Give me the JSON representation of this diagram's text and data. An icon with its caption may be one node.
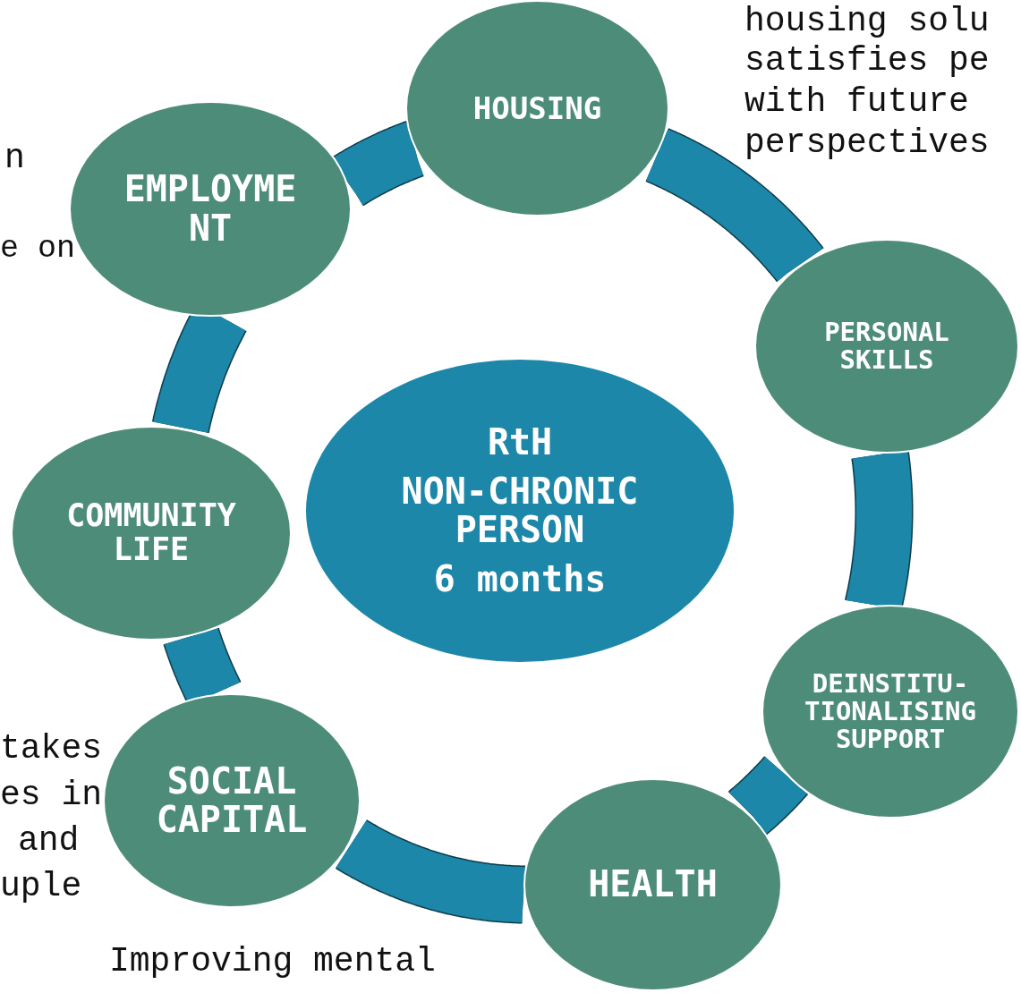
{
  "diagram": {
    "nodes": [
      {
        "text": [
          "RtH",
          "NON-CHRONIC PERSON",
          "6 months"
        ]
      },
      {
        "text": [
          "HOUSING"
        ]
      },
      {
        "text": [
          "PERSONAL SKILLS"
        ]
      },
      {
        "text": [
          "DEINSTITU-TIONALISING SUPPORT"
        ]
      },
      {
        "text": [
          "HEALTH"
        ]
      },
      {
        "text": [
          "SOCIAL CAPITAL"
        ]
      },
      {
        "text": [
          "COMMUNITY LIFE"
        ]
      },
      {
        "text": [
          "EMPLOYMENT"
        ]
      }
    ],
    "edges": [
      {
        "from": 1,
        "to": 2,
        "arrow": "none"
      },
      {
        "from": 2,
        "to": 3,
        "arrow": "none"
      },
      {
        "from": 3,
        "to": 4,
        "arrow": "none"
      },
      {
        "from": 4,
        "to": 5,
        "arrow": "none"
      },
      {
        "from": 5,
        "to": 6,
        "arrow": "none"
      },
      {
        "from": 6,
        "to": 7,
        "arrow": "none"
      },
      {
        "from": 7,
        "to": 1,
        "arrow": "none"
      }
    ],
    "labels": [
      "housing solu",
      "satisfies pe",
      "with future",
      "perspectives",
      "n",
      "e on",
      "takes",
      "es in",
      "and",
      "uple",
      "Improving mental"
    ]
  }
}
